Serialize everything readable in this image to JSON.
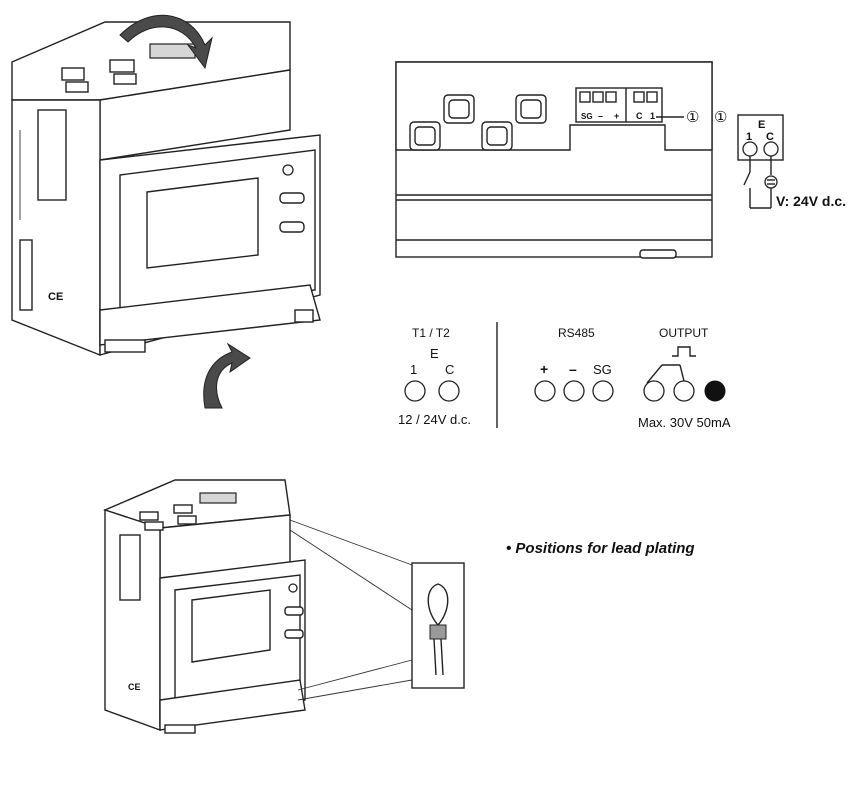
{
  "terminal_panel": {
    "t1t2": {
      "title": "T1 / T2",
      "e_label": "E",
      "pin1": "1",
      "pinC": "C",
      "voltage": "12 / 24V d.c."
    },
    "rs485": {
      "title": "RS485",
      "plus": "+",
      "minus": "–",
      "sg": "SG"
    },
    "output": {
      "title": "OUTPUT",
      "rating": "Max. 30V  50mA"
    }
  },
  "top_view": {
    "terminal_labels": {
      "sg": "SG",
      "minus": "–",
      "plus": "+",
      "c": "C",
      "one": "1"
    },
    "callout": "①"
  },
  "wiring_inset": {
    "callout": "①",
    "e_label": "E",
    "pin1": "1",
    "pinC": "C",
    "supply": "V: 24V d.c."
  },
  "device_label": {
    "ce_mark": "CE"
  },
  "lead_plating": {
    "note": "• Positions for lead plating"
  }
}
